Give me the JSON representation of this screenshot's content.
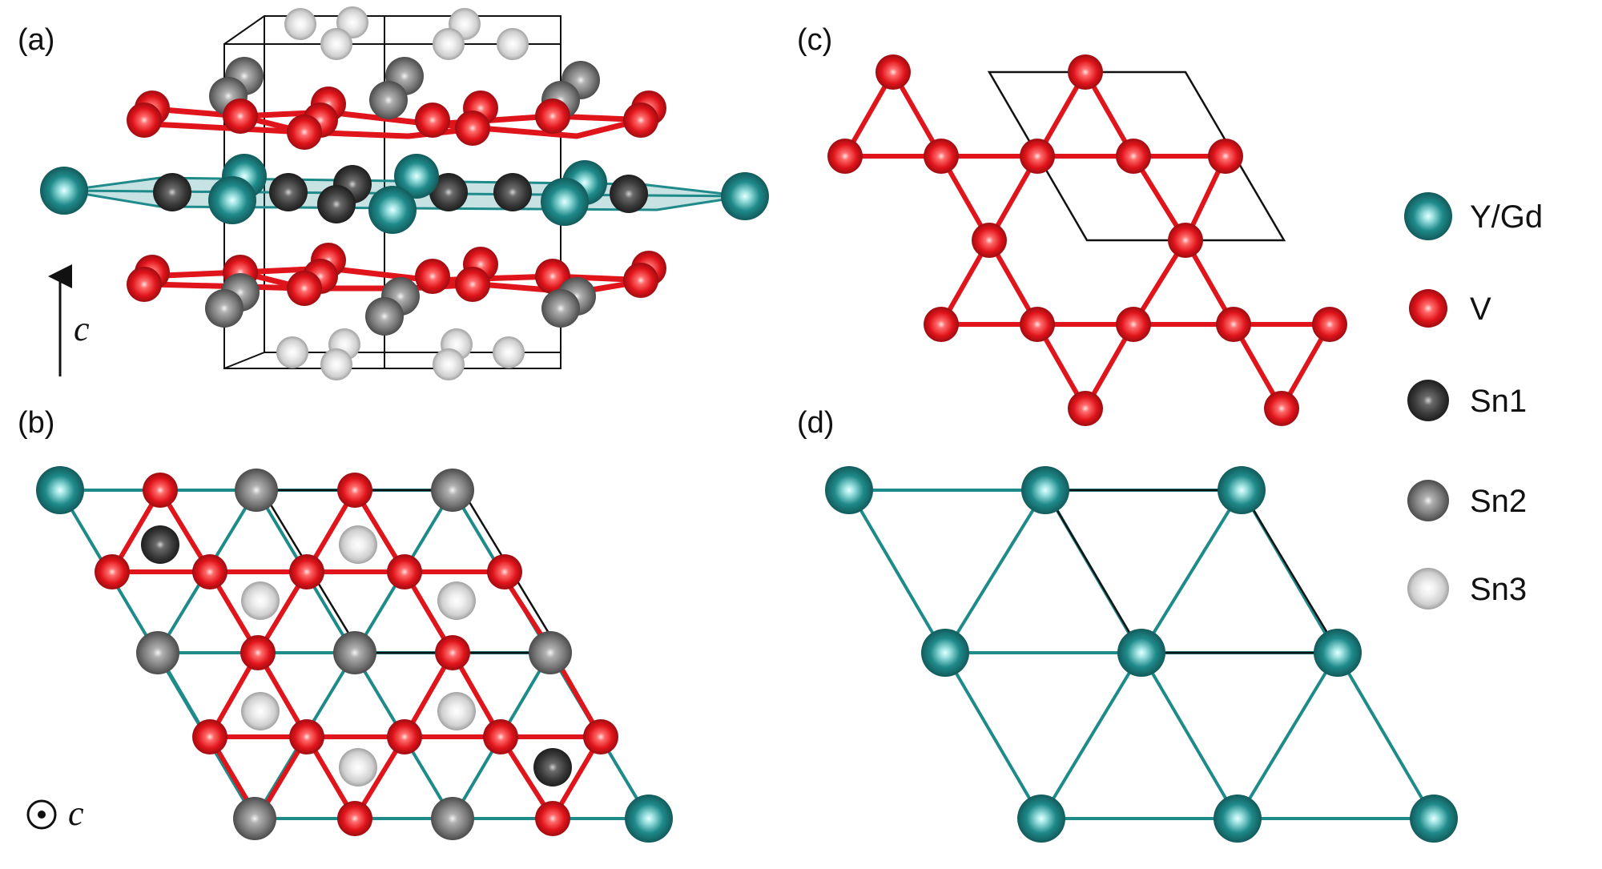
{
  "panels": {
    "a": "(a)",
    "b": "(b)",
    "c": "(c)",
    "d": "(d)"
  },
  "axis_label": "c",
  "legend": [
    {
      "label": "Y/Gd",
      "color": "#1f8a8a"
    },
    {
      "label": "V",
      "color": "#e0141b"
    },
    {
      "label": "Sn1",
      "color": "#3a3a3a"
    },
    {
      "label": "Sn2",
      "color": "#7a7a7a"
    },
    {
      "label": "Sn3",
      "color": "#d8d8d8"
    }
  ],
  "colors": {
    "y_gd": "#1f8a8a",
    "v": "#e0141b",
    "sn1": "#3a3a3a",
    "sn2": "#7a7a7a",
    "sn3": "#d8d8d8",
    "cell": "#111111"
  }
}
